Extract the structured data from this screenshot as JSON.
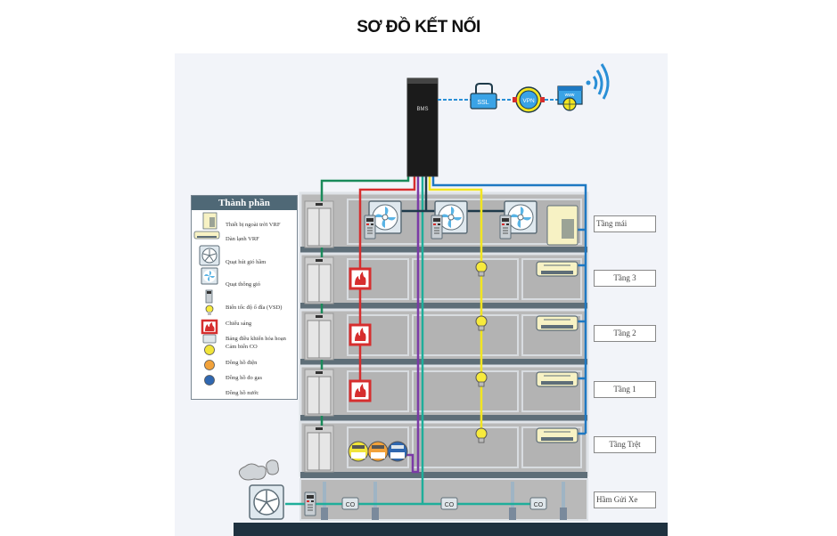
{
  "title": "SƠ ĐỒ KẾT NỐI",
  "controller": {
    "label": "BMS"
  },
  "network": {
    "nodes": [
      {
        "label": "SSL",
        "icon": "lock-icon"
      },
      {
        "label": "VPN",
        "icon": "vpn-globe-icon"
      },
      {
        "label": "www",
        "icon": "web-globe-icon"
      }
    ],
    "wireless_icon": "wifi-icon"
  },
  "legend": {
    "title": "Thành phần",
    "items": [
      {
        "label": "Thiết bị ngoài trời VRF",
        "icon": "vrf-outdoor-unit-icon"
      },
      {
        "label": "Dàn lạnh VRF",
        "icon": "vrf-indoor-unit-icon"
      },
      {
        "label": "Quạt hút gió hầm",
        "icon": "basement-exhaust-fan-icon"
      },
      {
        "label": "Quạt thông gió",
        "icon": "ventilation-fan-icon"
      },
      {
        "label": "Biến tốc độ ổ đĩa (VSD)",
        "icon": "vsd-icon"
      },
      {
        "label": "Chiếu sáng",
        "icon": "light-bulb-icon"
      },
      {
        "label": "Bảng điều khiển hỏa hoạn",
        "icon": "fire-panel-icon"
      },
      {
        "label": "Cảm biến CO",
        "icon": "co-sensor-icon"
      },
      {
        "label": "Đồng hồ  điện",
        "icon": "electric-meter-icon"
      },
      {
        "label": "Đồng hồ đo gas",
        "icon": "gas-meter-icon"
      },
      {
        "label": "Đồng hồ nước",
        "icon": "water-meter-icon"
      }
    ]
  },
  "floors": [
    {
      "label": "Tầng mái"
    },
    {
      "label": "Tầng 3"
    },
    {
      "label": "Tầng 2"
    },
    {
      "label": "Tầng 1"
    },
    {
      "label": "Tầng Trệt"
    },
    {
      "label": "Hầm Gửi Xe"
    }
  ],
  "co_sensor_label": "CO",
  "colors": {
    "background": "#f2f4f9",
    "building": "#b5b5b5",
    "building_frame": "#5e6e78",
    "ground": "#1f3240",
    "bms": "#1b1b1b",
    "network_blue": "#2a8fd6",
    "wire_green": "#1a8a5a",
    "wire_red": "#d62e2e",
    "wire_purple": "#7b3aa6",
    "wire_teal": "#1fae9a",
    "wire_yellow": "#f2e521",
    "wire_blue": "#1e78c2",
    "wire_dark": "#1e3a4a"
  }
}
